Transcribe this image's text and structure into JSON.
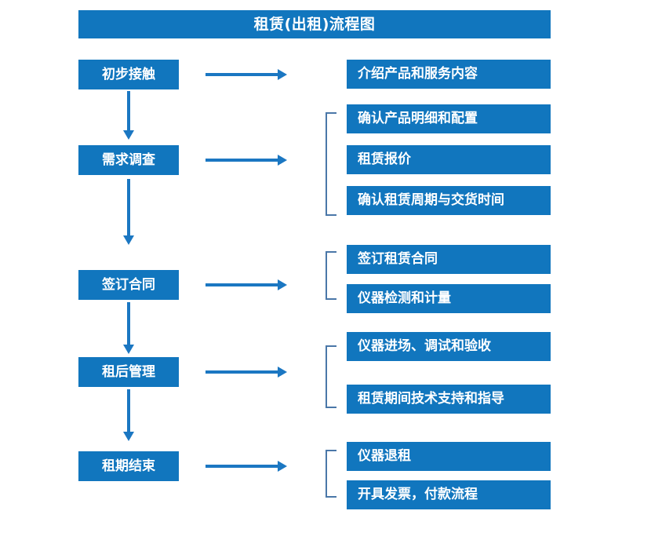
{
  "title": {
    "text": "租赁(出租)流程图"
  },
  "colors": {
    "box_fill": "#1176BE",
    "box_text": "#FFFFFF",
    "arrow": "#1B77C2",
    "bracket": "#4A77A8",
    "background": "#FFFFFF"
  },
  "stages": [
    {
      "label": "初步接触",
      "details": [
        "介绍产品和服务内容"
      ],
      "bracketed": false
    },
    {
      "label": "需求调查",
      "details": [
        "确认产品明细和配置",
        "租赁报价",
        "确认租赁周期与交货时间"
      ],
      "bracketed": true
    },
    {
      "label": "签订合同",
      "details": [
        "签订租赁合同",
        "仪器检测和计量"
      ],
      "bracketed": true
    },
    {
      "label": "租后管理",
      "details": [
        "仪器进场、调试和验收",
        "租赁期间技术支持和指导"
      ],
      "bracketed": true
    },
    {
      "label": "租期结束",
      "details": [
        "仪器退租",
        "开具发票，付款流程"
      ],
      "bracketed": true
    }
  ],
  "icons": {
    "right_arrow": "arrow-right-icon",
    "down_arrow": "arrow-down-icon",
    "bracket": "group-bracket-icon"
  }
}
